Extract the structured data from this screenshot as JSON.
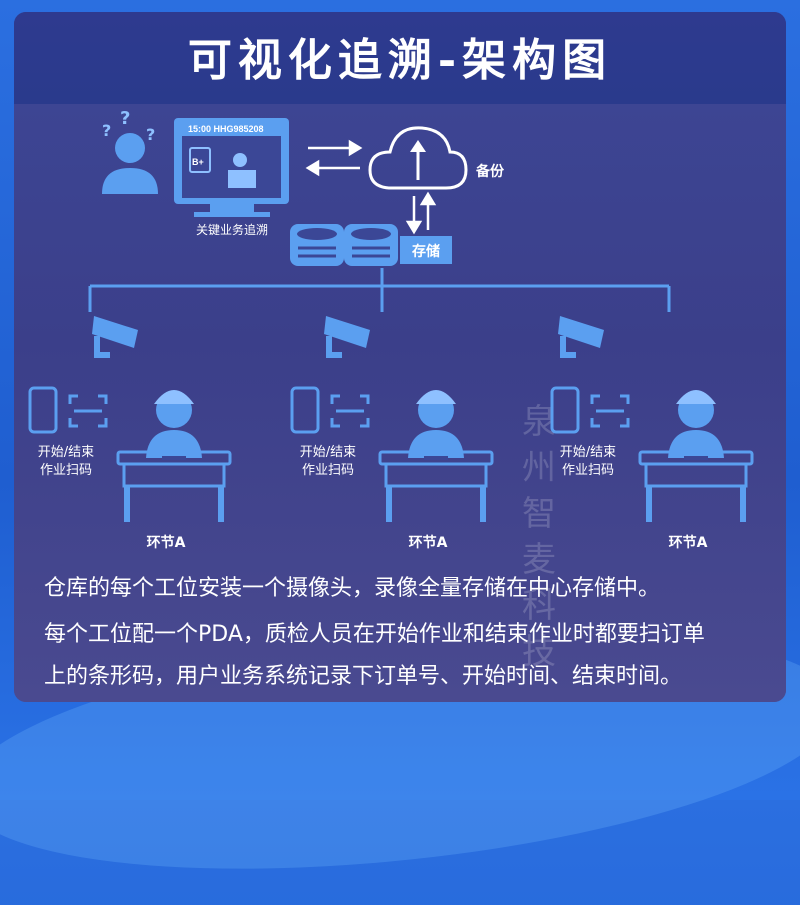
{
  "title": "可视化追溯-架构图",
  "monitor": {
    "header": "15:00  HHG985208",
    "badge": "B+"
  },
  "labels": {
    "key_business": "关键业务追溯",
    "backup": "备份",
    "storage": "存储"
  },
  "stations": [
    {
      "scan_line1": "开始/结束",
      "scan_line2": "作业扫码",
      "station_label": "环节A"
    },
    {
      "scan_line1": "开始/结束",
      "scan_line2": "作业扫码",
      "station_label": "环节A"
    },
    {
      "scan_line1": "开始/结束",
      "scan_line2": "作业扫码",
      "station_label": "环节A"
    }
  ],
  "watermark": [
    "泉",
    "州",
    "智",
    "麦",
    "科",
    "技"
  ],
  "description": [
    "仓库的每个工位安装一个摄像头，录像全量存储在中心存储中。",
    "每个工位配一个PDA，质检人员在开始作业和结束作业时都要扫订单",
    "上的条形码，用户业务系统记录下订单号、开始时间、结束时间。"
  ],
  "colors": {
    "icon": "#5b9ff0",
    "icon_light": "#8ec0ff",
    "panel": "#3b3f8a",
    "title_bar": "#2e3a8f"
  }
}
